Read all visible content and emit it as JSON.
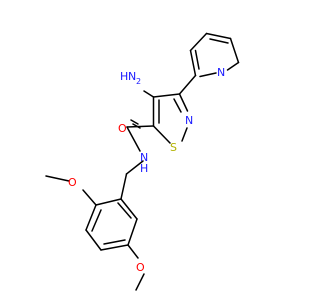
{
  "molecule": {
    "atoms": [
      {
        "id": "a1",
        "label": "H",
        "color": "#1a1aff",
        "role": "amino-h"
      },
      {
        "id": "a2",
        "label": "N",
        "color": "#1a1aff",
        "role": "amino-n"
      },
      {
        "id": "a3",
        "label": "O",
        "color": "#ff0000",
        "role": "carbonyl-o"
      },
      {
        "id": "a4",
        "label": "N",
        "color": "#1a1aff",
        "role": "isothiazole-n"
      },
      {
        "id": "a5",
        "label": "S",
        "color": "#b2b200",
        "role": "isothiazole-s"
      },
      {
        "id": "a6",
        "label": "N",
        "color": "#1a1aff",
        "role": "pyridine-n"
      },
      {
        "id": "a7",
        "label": "N",
        "color": "#1a1aff",
        "role": "amide-n"
      },
      {
        "id": "a8",
        "label": "H",
        "color": "#1a1aff",
        "role": "amide-h"
      },
      {
        "id": "a9",
        "label": "O",
        "color": "#ff0000",
        "role": "methoxy-o-upper"
      },
      {
        "id": "a10",
        "label": "O",
        "color": "#ff0000",
        "role": "methoxy-o-lower"
      }
    ],
    "amino_subscript": "2"
  }
}
